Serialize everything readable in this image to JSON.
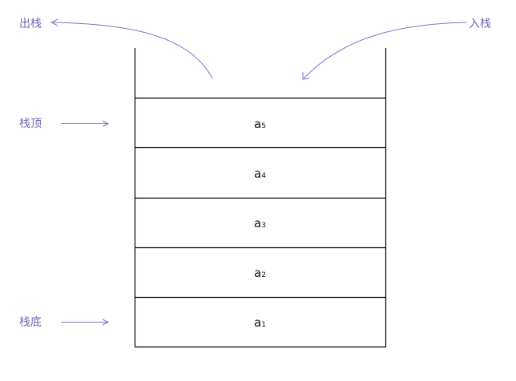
{
  "colors": {
    "label": "#6f6bb4",
    "arrow": "#7c78c0",
    "stroke": "#000000",
    "text": "#111111"
  },
  "labels": {
    "pop": "出栈",
    "push": "入栈",
    "top": "栈顶",
    "bottom": "栈底"
  },
  "stack": {
    "cells": [
      {
        "base": "a",
        "sub": "5"
      },
      {
        "base": "a",
        "sub": "4"
      },
      {
        "base": "a",
        "sub": "3"
      },
      {
        "base": "a",
        "sub": "2"
      },
      {
        "base": "a",
        "sub": "1"
      }
    ]
  }
}
